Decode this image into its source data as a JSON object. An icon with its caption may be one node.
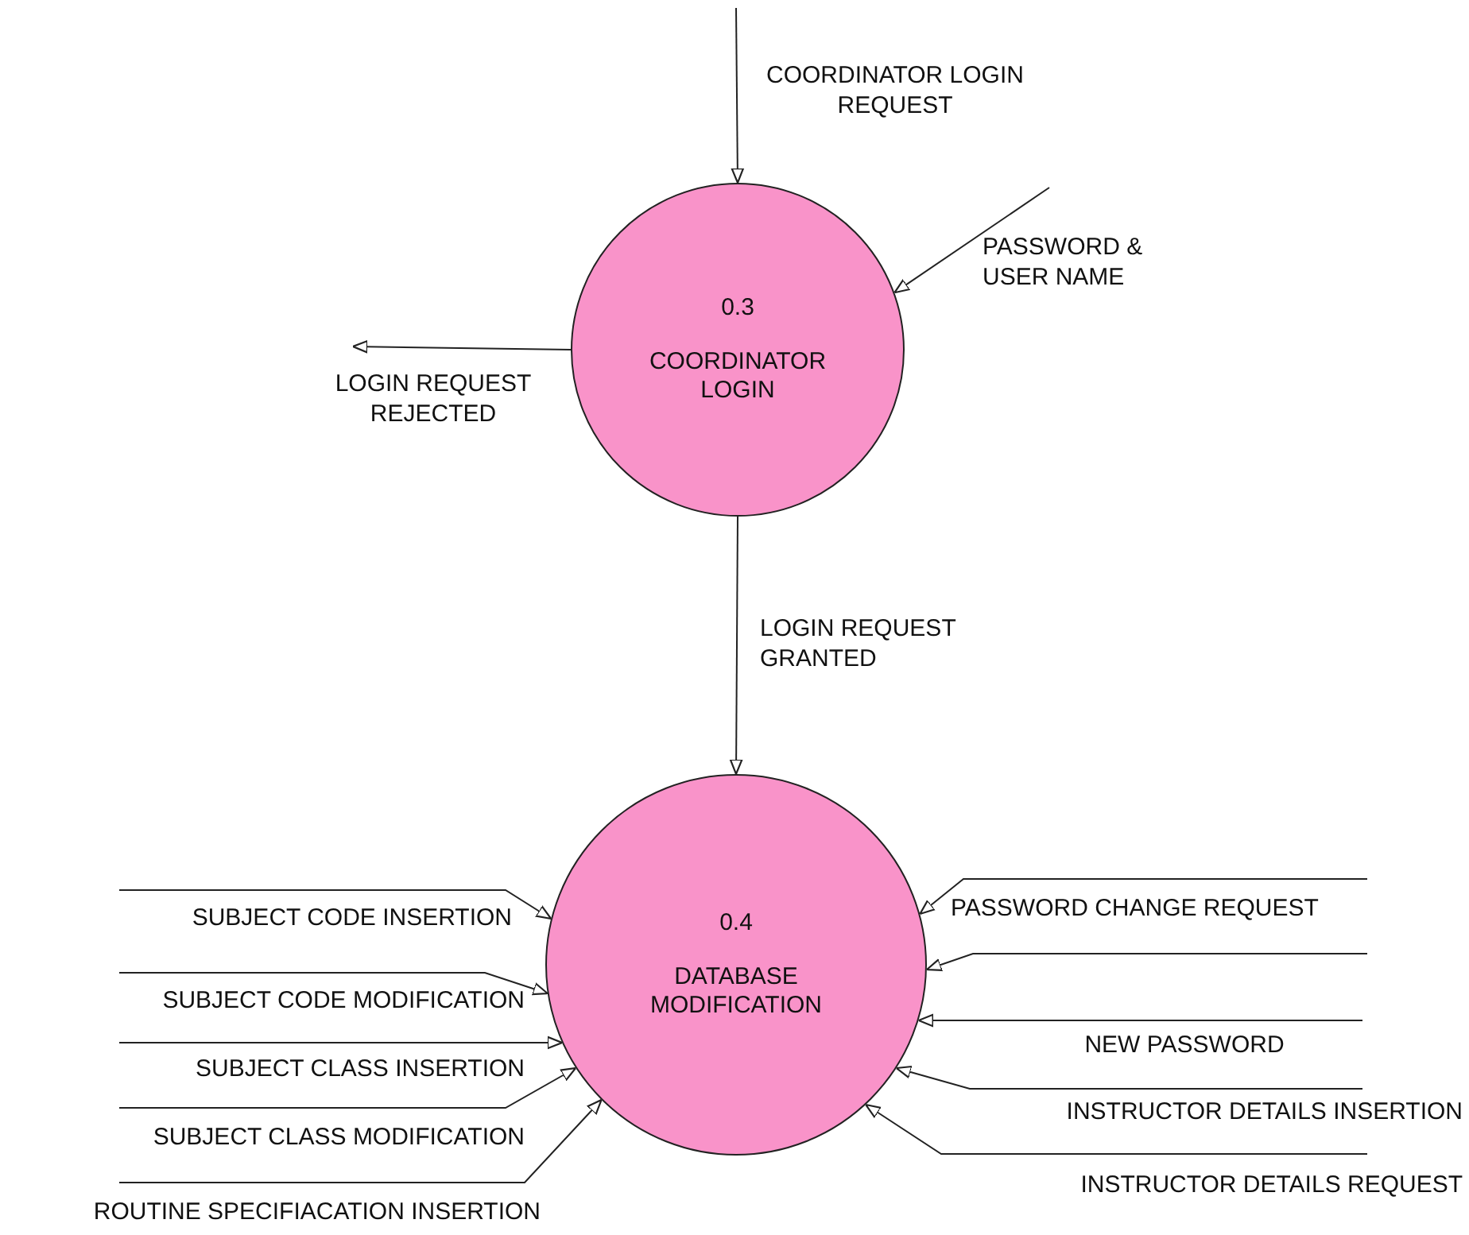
{
  "diagram": {
    "nodes": [
      {
        "text": [
          "0.3",
          "COORDINATOR LOGIN"
        ]
      },
      {
        "text": [
          "0.4",
          "DATABASE MODIFICATION"
        ]
      }
    ],
    "edges": [
      {
        "from": null,
        "to": 0,
        "arrow": "to",
        "label": "COORDINATOR LOGIN REQUEST"
      },
      {
        "from": null,
        "to": 0,
        "arrow": "to",
        "label": "PASSWORD & USER NAME"
      },
      {
        "from": 0,
        "to": null,
        "arrow": "to",
        "label": "LOGIN REQUEST REJECTED"
      },
      {
        "from": 0,
        "to": 1,
        "arrow": "to",
        "label": "LOGIN REQUEST GRANTED"
      },
      {
        "from": null,
        "to": 1,
        "arrow": "to",
        "label": "SUBJECT CODE INSERTION"
      },
      {
        "from": null,
        "to": 1,
        "arrow": "to",
        "label": "SUBJECT CODE MODIFICATION"
      },
      {
        "from": null,
        "to": 1,
        "arrow": "to",
        "label": "SUBJECT CLASS INSERTION"
      },
      {
        "from": null,
        "to": 1,
        "arrow": "to",
        "label": "SUBJECT CLASS MODIFICATION"
      },
      {
        "from": null,
        "to": 1,
        "arrow": "to",
        "label": "ROUTINE SPECIFIACATION INSERTION"
      },
      {
        "from": null,
        "to": 1,
        "arrow": "to",
        "label": "PASSWORD CHANGE REQUEST"
      },
      {
        "from": null,
        "to": 1,
        "arrow": "to"
      },
      {
        "from": null,
        "to": 1,
        "arrow": "to",
        "label": "NEW PASSWORD"
      },
      {
        "from": null,
        "to": 1,
        "arrow": "to",
        "label": "INSTRUCTOR DETAILS INSERTION"
      },
      {
        "from": null,
        "to": 1,
        "arrow": "to",
        "label": "INSTRUCTOR DETAILS REQUEST"
      }
    ]
  }
}
